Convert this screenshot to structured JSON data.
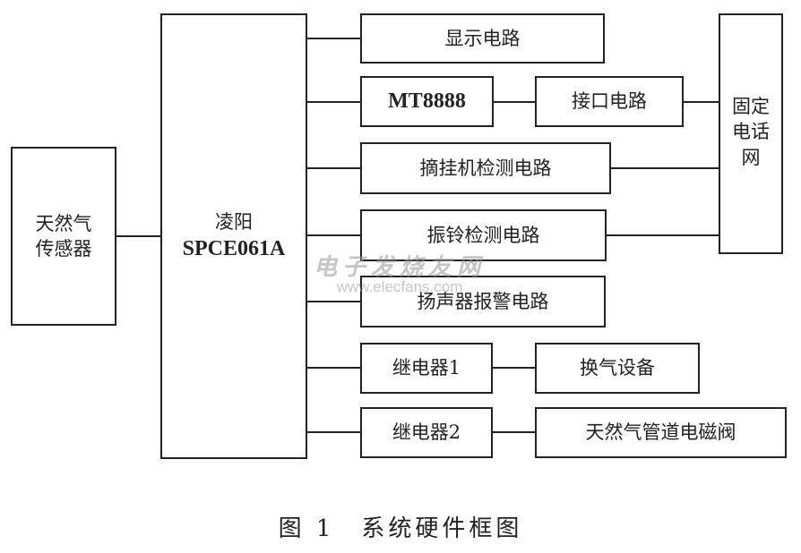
{
  "blocks": {
    "sensor": [
      "天然气",
      "传感器"
    ],
    "mcu": [
      "凌阳",
      "SPCE061A"
    ],
    "display": "显示电路",
    "dtmf": "MT8888",
    "interface": "接口电路",
    "phone_network": [
      "固定",
      "电话",
      "网"
    ],
    "hook_detect": "摘挂机检测电路",
    "ring_detect": "振铃检测电路",
    "speaker_alarm": "扬声器报警电路",
    "relay1": "继电器1",
    "ventilation": "换气设备",
    "relay2": "继电器2",
    "gas_valve": "天然气管道电磁阀"
  },
  "caption": "图 1　系统硬件框图",
  "watermark": {
    "name": "电子发烧友网",
    "url": "www.elecfans.com"
  }
}
